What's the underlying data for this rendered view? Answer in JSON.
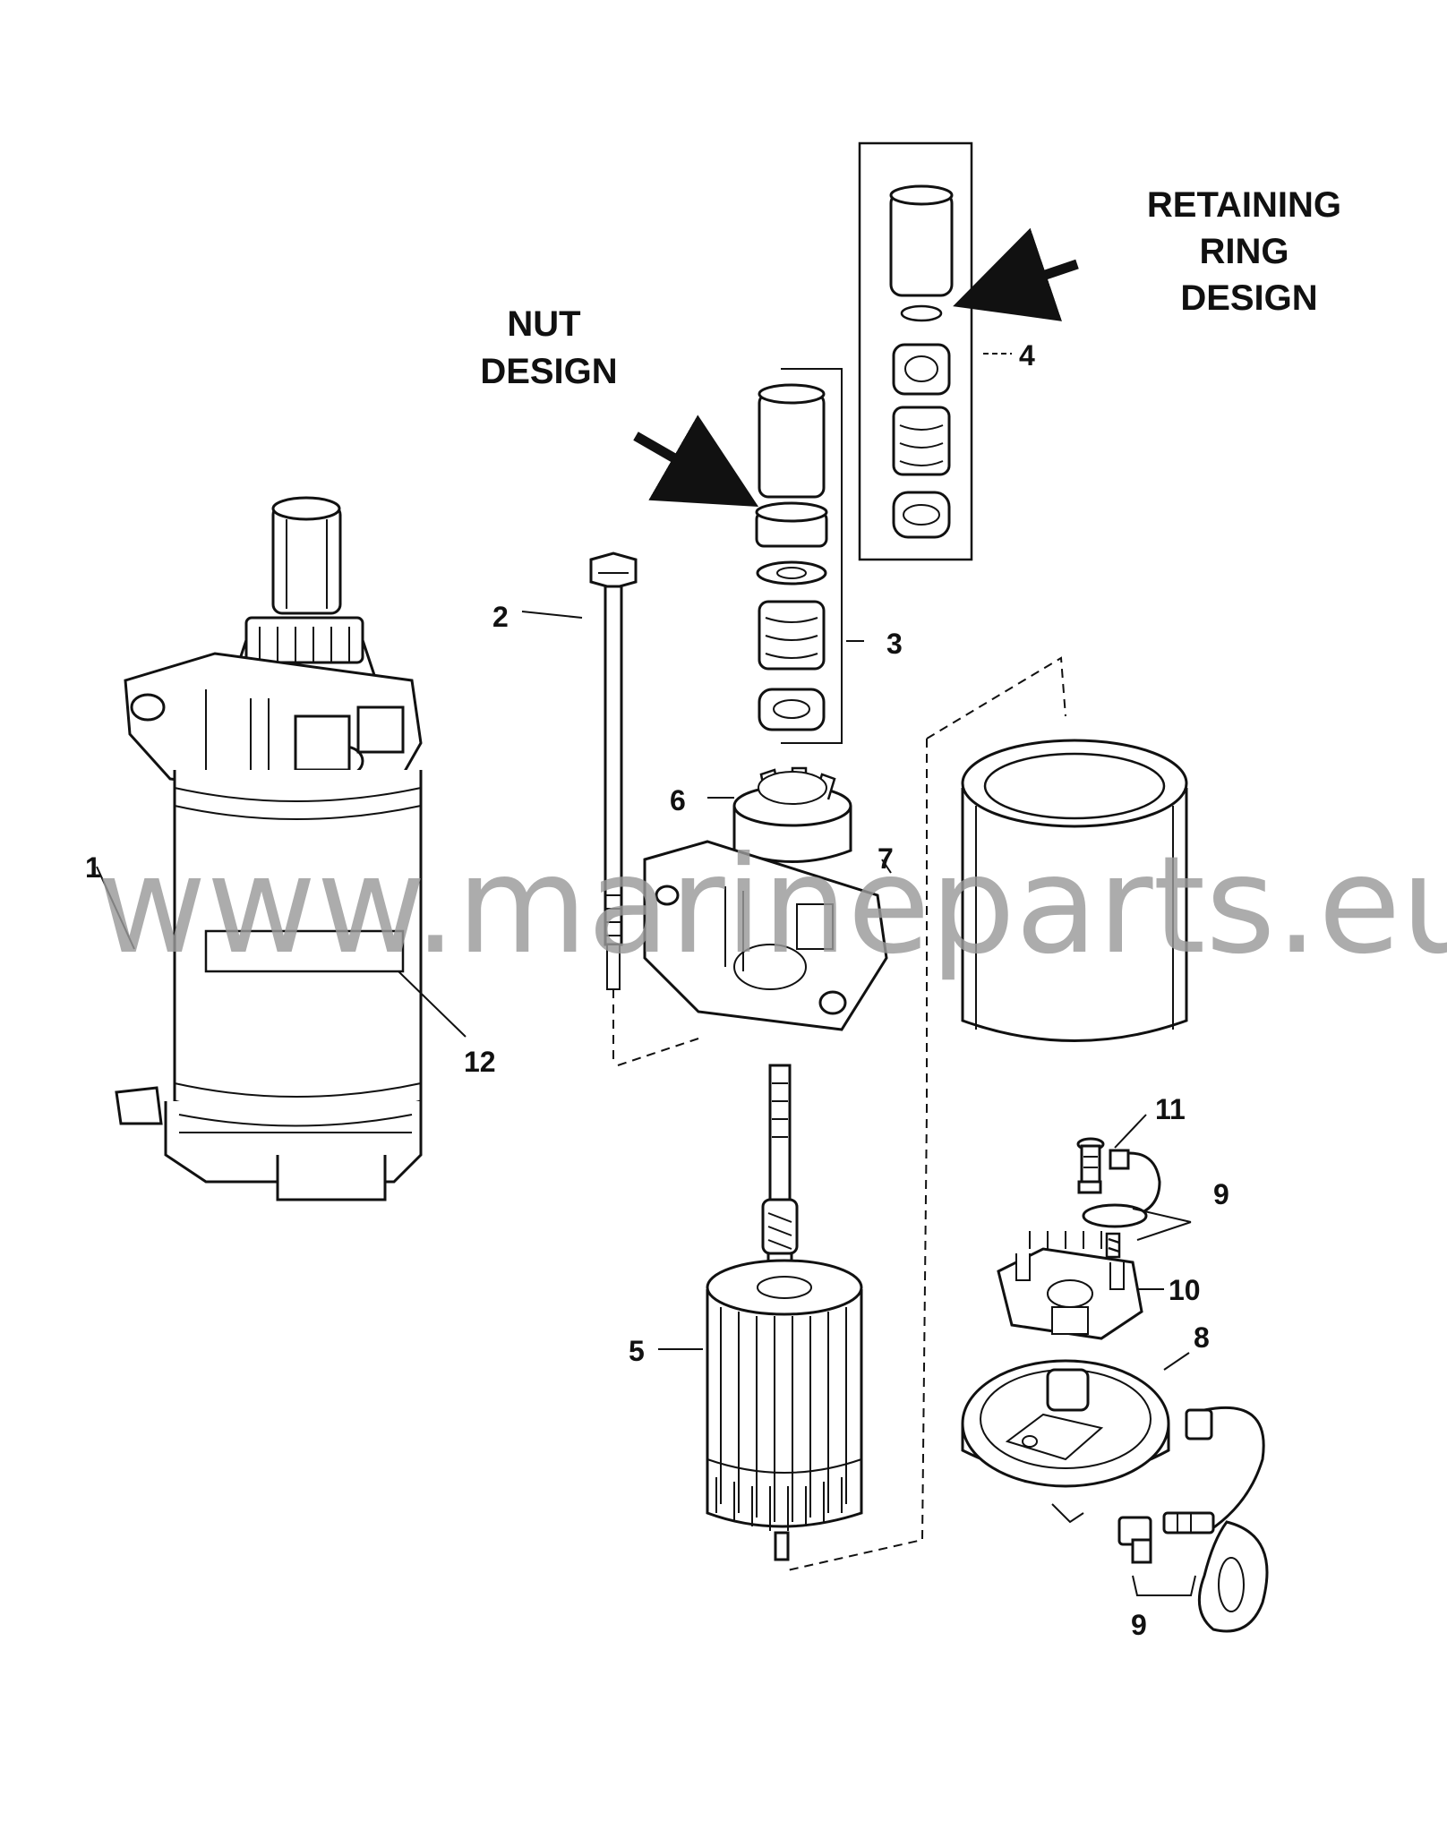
{
  "labels": {
    "nut_design": [
      "NUT",
      "DESIGN"
    ],
    "retaining_ring_design": [
      "RETAINING",
      "RING",
      "DESIGN"
    ],
    "callouts": {
      "c1": "1",
      "c2": "2",
      "c3": "3",
      "c4": "4",
      "c5": "5",
      "c6": "6",
      "c7": "7",
      "c8": "8",
      "c9a": "9",
      "c9b": "9",
      "c10": "10",
      "c11": "11",
      "c12": "12"
    }
  },
  "watermark": "www.marineparts.eu"
}
